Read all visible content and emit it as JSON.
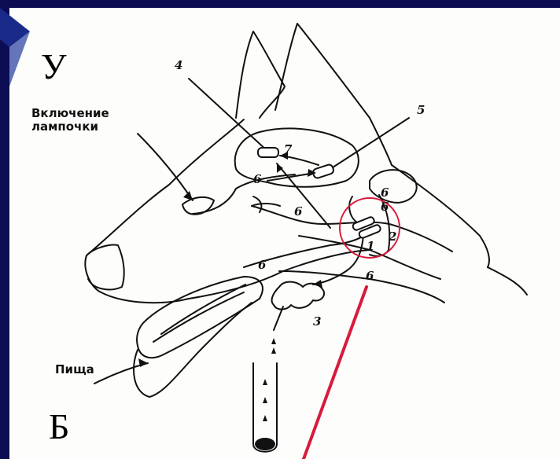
{
  "letters": {
    "top": "У",
    "bottom": "Б"
  },
  "labels": {
    "lamp_line1": "Включение",
    "lamp_line2": "лампочки",
    "food": "Пища"
  },
  "numbers": [
    "1",
    "2",
    "3",
    "4",
    "5",
    "6",
    "6",
    "6",
    "6",
    "6",
    "6",
    "7"
  ],
  "colors": {
    "frame": "#0c0c52",
    "highlight": "#d81b3c",
    "ink": "#111111"
  }
}
